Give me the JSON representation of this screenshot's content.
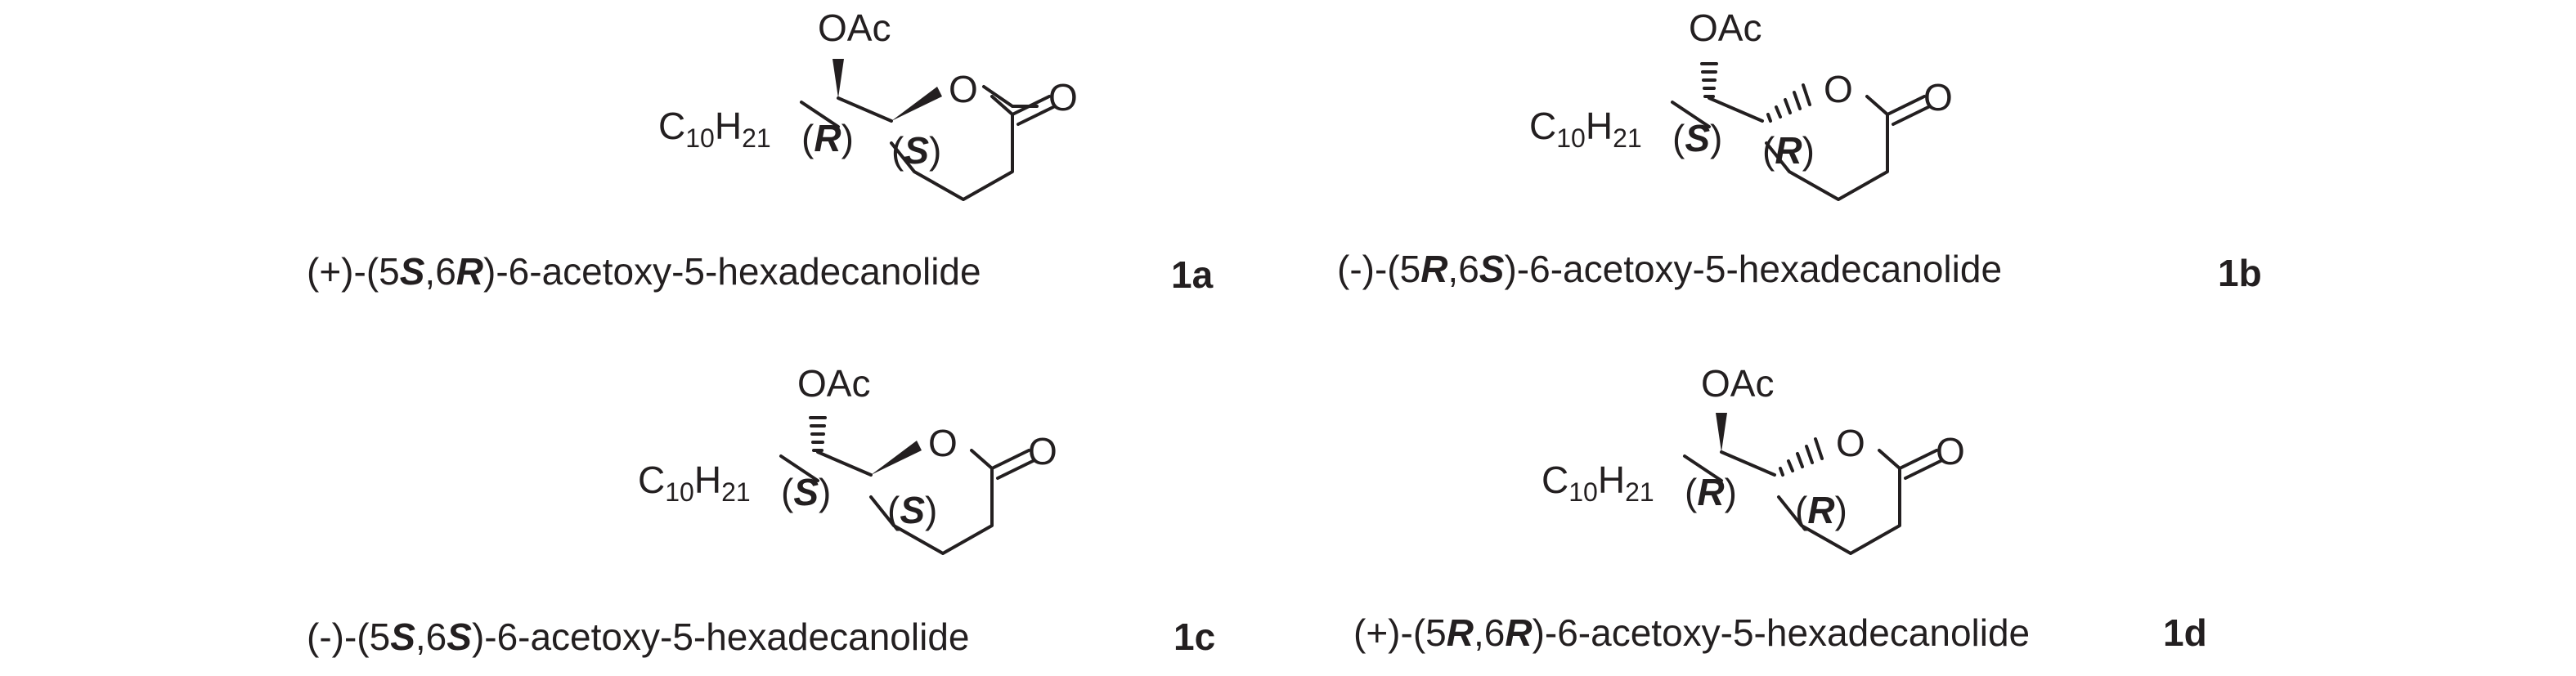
{
  "labels": {
    "acetate": "OAc",
    "ring_oxygen": "O",
    "carbonyl_oxygen": "O",
    "chain_c": "C",
    "chain_c_count": "10",
    "chain_h": "H",
    "chain_h_count": "21"
  },
  "compounds": [
    {
      "id": "1a",
      "c6_config": "R",
      "c5_config": "S",
      "c6_bond": "wedge",
      "c5_bond": "wedge",
      "name": {
        "prefix": "(+)-(5",
        "pos5_config": "S",
        "sep": ",6",
        "pos6_config": "R",
        "suffix": ")-6-acetoxy-5-hexadecanolide"
      }
    },
    {
      "id": "1b",
      "c6_config": "S",
      "c5_config": "R",
      "c6_bond": "hash",
      "c5_bond": "hash",
      "name": {
        "prefix": "(-)-(5",
        "pos5_config": "R",
        "sep": ",6",
        "pos6_config": "S",
        "suffix": ")-6-acetoxy-5-hexadecanolide"
      }
    },
    {
      "id": "1c",
      "c6_config": "S",
      "c5_config": "S",
      "c6_bond": "hash",
      "c5_bond": "wedge",
      "name": {
        "prefix": "(-)-(5",
        "pos5_config": "S",
        "sep": ",6",
        "pos6_config": "S",
        "suffix": ")-6-acetoxy-5-hexadecanolide"
      }
    },
    {
      "id": "1d",
      "c6_config": "R",
      "c5_config": "R",
      "c6_bond": "wedge",
      "c5_bond": "hash",
      "name": {
        "prefix": "(+)-(5",
        "pos5_config": "R",
        "sep": ",6",
        "pos6_config": "R",
        "suffix": ")-6-acetoxy-5-hexadecanolide"
      }
    }
  ]
}
